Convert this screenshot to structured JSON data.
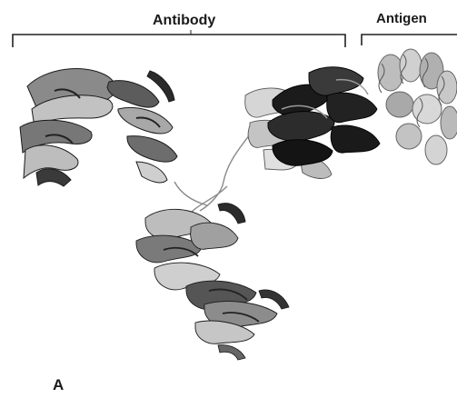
{
  "labels": {
    "antibody": "Antibody",
    "antigen": "Antigen",
    "panel": "A"
  },
  "colors": {
    "ribbon_dark": "#1b1b1b",
    "ribbon_mid": "#6a6a6a",
    "ribbon_light": "#b5b5b5",
    "bracket": "#222222"
  },
  "structures": [
    {
      "name": "fab-left",
      "shade": "mid"
    },
    {
      "name": "fab-right-constant",
      "shade": "light"
    },
    {
      "name": "fab-right-variable",
      "shade": "dark"
    },
    {
      "name": "fc-domain",
      "shade": "mid"
    },
    {
      "name": "antigen-helices",
      "shade": "light"
    }
  ]
}
